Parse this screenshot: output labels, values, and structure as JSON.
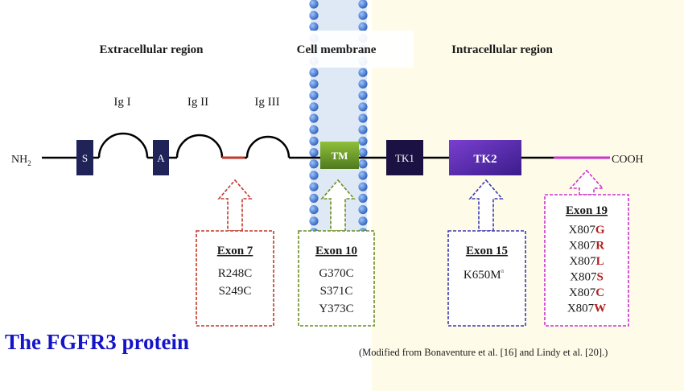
{
  "region_headers": {
    "extracellular": "Extracellular region",
    "membrane": "Cell membrane",
    "intracellular": "Intracellular region"
  },
  "termini": {
    "n_terminus": "NH2",
    "c_terminus": "COOH"
  },
  "ig_labels": {
    "ig1": "Ig I",
    "ig2": "Ig II",
    "ig3": "Ig III"
  },
  "domains": {
    "signal": "S",
    "acid_box": "A",
    "transmembrane": "TM",
    "tk1": "TK1",
    "tk2": "TK2"
  },
  "exons": {
    "exon7": {
      "title": "Exon 7",
      "mutations": [
        "R248C",
        "S249C"
      ]
    },
    "exon10": {
      "title": "Exon 10",
      "mutations": [
        "G370C",
        "S371C",
        "Y373C"
      ]
    },
    "exon15": {
      "title": "Exon 15",
      "mutation": "K650M",
      "footnote": "a"
    },
    "exon19": {
      "title": "Exon 19",
      "mutations": [
        {
          "base": "X807",
          "residue": "G"
        },
        {
          "base": "X807",
          "residue": "R"
        },
        {
          "base": "X807",
          "residue": "L"
        },
        {
          "base": "X807",
          "residue": "S"
        },
        {
          "base": "X807",
          "residue": "C"
        },
        {
          "base": "X807",
          "residue": "W"
        }
      ]
    }
  },
  "title": "The FGFR3 protein",
  "citation": "(Modified from Bonaventure et al. [16] and Lindy et al. [20].)",
  "colors": {
    "intracellular_bg": "#fefbe8",
    "membrane_bead": "#4a7fd6",
    "exon7_box": "#c0392b",
    "exon10_box": "#6b8e23",
    "exon15_box": "#3b3bb3",
    "exon19_box": "#cc33cc",
    "residue_red": "#b22222",
    "title_blue": "#1414c8"
  }
}
